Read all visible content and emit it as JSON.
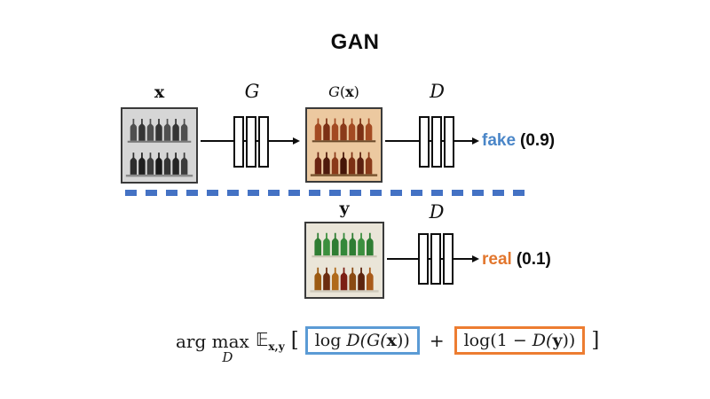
{
  "title": "GAN",
  "row1": {
    "x_label": "x",
    "g_label": "G",
    "gx_label": {
      "g": "G",
      "open": "(",
      "x": "x",
      "close": ")"
    },
    "d_label": "D",
    "output_word": "fake",
    "output_score": "(0.9)"
  },
  "row2": {
    "y_label": "y",
    "d_label": "D",
    "output_word": "real",
    "output_score": "(0.1)"
  },
  "formula": {
    "arg": "arg max",
    "arg_sub": "D",
    "expect": "𝔼",
    "expect_sub": "x,y",
    "lbracket": "[",
    "term1": {
      "fn": "log ",
      "pre": "",
      "mid": "D(G(",
      "arg": "x",
      "end": "))"
    },
    "plus": "+",
    "term2": {
      "fn": "log",
      "pre": "(1 − ",
      "mid": "D(",
      "arg": "y",
      "end": "))"
    },
    "rbracket": "]"
  },
  "images": {
    "x": "grayscale-bottle-shelves-photo",
    "gx": "generated-color-bottle-shelves-photo",
    "y": "real-color-bottle-shelves-photo"
  },
  "colors": {
    "fake_text_blue": "#4a86c8",
    "real_text_orange": "#e2762d",
    "divider_dash_blue": "#4472c4",
    "term_box_blue": "#5b9bd5",
    "term_box_orange": "#ed7d31"
  }
}
